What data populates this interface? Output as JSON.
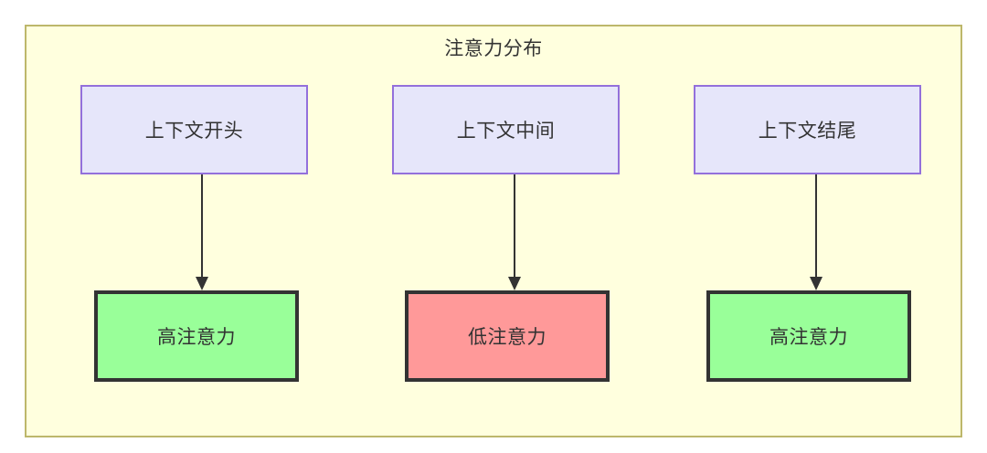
{
  "diagram": {
    "title": "注意力分布",
    "colors": {
      "container_fill": "#ffffde",
      "container_border": "#bdb76b",
      "top_node_fill": "#e6e6fa",
      "top_node_border": "#9370db",
      "high_attention_fill": "#99ff99",
      "low_attention_fill": "#ff9999",
      "bottom_node_border": "#333333",
      "edge": "#333333",
      "text": "#333333"
    },
    "columns": [
      {
        "source_label": "上下文开头",
        "target_label": "高注意力",
        "target_level": "high"
      },
      {
        "source_label": "上下文中间",
        "target_label": "低注意力",
        "target_level": "low"
      },
      {
        "source_label": "上下文结尾",
        "target_label": "高注意力",
        "target_level": "high"
      }
    ]
  }
}
